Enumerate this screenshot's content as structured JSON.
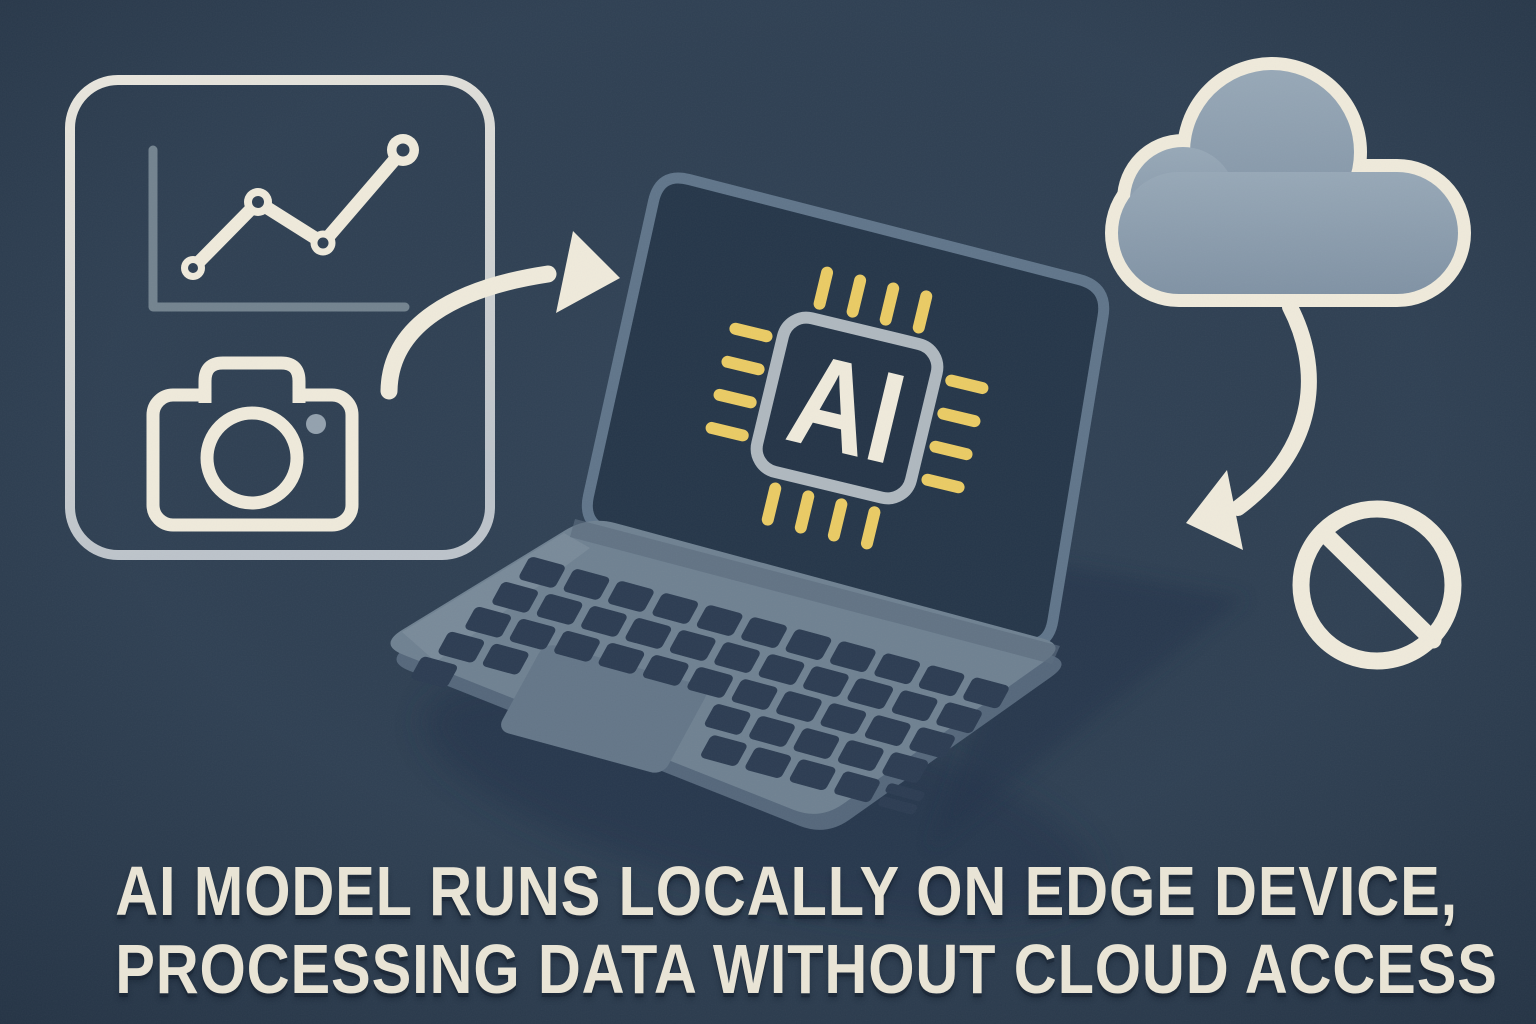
{
  "illustration": {
    "description": "Edge AI concept diagram",
    "palette": {
      "background": "#2f4053",
      "cream": "#efeadb",
      "caption_text": "#eae5d6",
      "accent_yellow": "#eacb64",
      "slate_light": "#6f8191",
      "slate_mid": "#60758a",
      "screen_navy": "#253649",
      "key_navy": "#2c3c52",
      "cloud_fill": "#8ea0b0",
      "chip_frame": "#afb8bf",
      "axis_gray": "#73838f",
      "shadow_navy": "#223349"
    }
  },
  "source_panel": {
    "name": "data-sources-panel",
    "icons": [
      {
        "name": "line-chart-icon"
      },
      {
        "name": "camera-icon"
      }
    ]
  },
  "arrows": [
    {
      "name": "data-to-laptop-arrow",
      "direction": "curving up-right into laptop"
    },
    {
      "name": "cloud-blocked-arrow",
      "direction": "curving down-left from cloud"
    }
  ],
  "laptop": {
    "name": "edge-device-laptop",
    "chip_label": "AI",
    "screen_icon": "ai-chip-icon"
  },
  "cloud": {
    "icon": "cloud-icon"
  },
  "blocked": {
    "icon": "no-entry-icon"
  },
  "caption": {
    "line1": "AI MODEL RUNS LOCALLY ON EDGE DEVICE,",
    "line2": "PROCESSING DATA WITHOUT CLOUD ACCESS"
  }
}
